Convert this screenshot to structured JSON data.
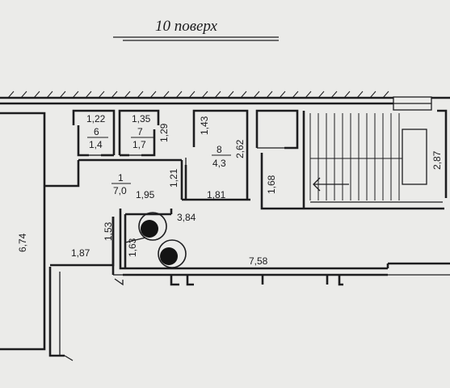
{
  "title": "10 поверх",
  "rooms": [
    {
      "number": "6",
      "top": "1,22",
      "area": "1,4"
    },
    {
      "number": "7",
      "top": "1,35",
      "area": "1,7"
    },
    {
      "number": "8",
      "area": "4,3"
    },
    {
      "number": "1",
      "area": "7,0"
    }
  ],
  "dimensions": {
    "d_1_29": "1,29",
    "d_1_43": "1,43",
    "d_2_62": "2,62",
    "d_1_21": "1,21",
    "d_1_81": "1,81",
    "d_1_68": "1,68",
    "d_2_87": "2,87",
    "d_1_95": "1,95",
    "d_3_84": "3,84",
    "d_6_74": "6,74",
    "d_1_53": "1,53",
    "d_1_63": "1,63",
    "d_1_87": "1,87",
    "d_7_58": "7,58"
  }
}
